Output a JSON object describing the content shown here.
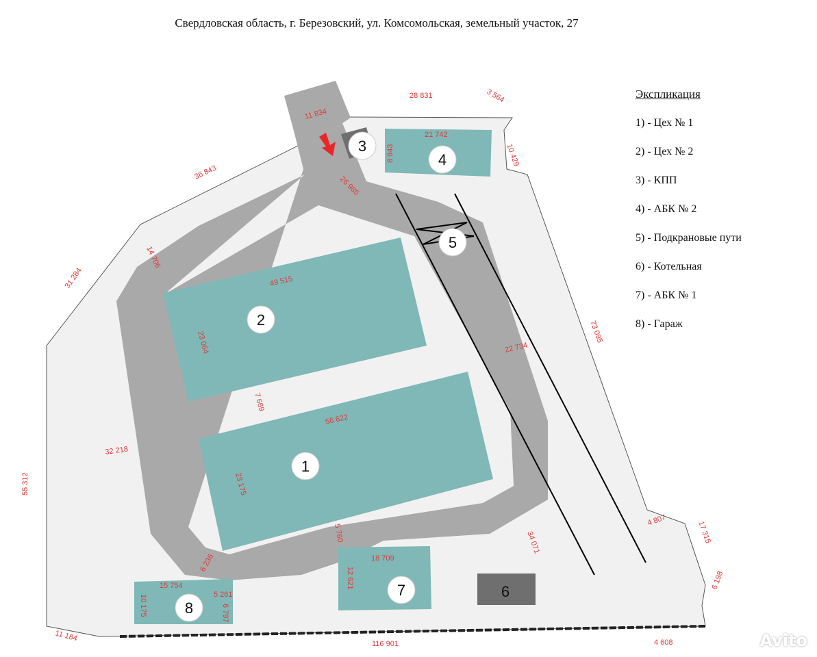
{
  "title": "Свердловская область, г. Березовский, ул. Комсомольская, земельный участок, 27",
  "legend": {
    "title": "Экспликация",
    "items": [
      "1) - Цех № 1",
      "2) - Цех № 2",
      "3) - КПП",
      "4) - АБК № 2",
      "5) - Подкрановые пути",
      "6) - Котельная",
      "7) - АБК № 1",
      "8) - Гараж"
    ]
  },
  "markers": [
    "1",
    "2",
    "3",
    "4",
    "5",
    "6",
    "7",
    "8"
  ],
  "dimensions": {
    "d_11834": "11 834",
    "d_28831": "28 831",
    "d_3564": "3 564",
    "d_36843": "36 843",
    "d_21742": "21 742",
    "d_8943": "8 943",
    "d_10429": "10 429",
    "d_26985": "26 985",
    "d_31284": "31 284",
    "d_14706": "14 706",
    "d_49515": "49 515",
    "d_23064": "23 064",
    "d_73095": "73 095",
    "d_22734": "22 734",
    "d_7669": "7 669",
    "d_56622": "56 622",
    "d_32218": "32 218",
    "d_55312": "55 312",
    "d_23175": "23 175",
    "d_5760": "5 760",
    "d_34071": "34 071",
    "d_4807": "4 807",
    "d_17315": "17 315",
    "d_18709": "18 709",
    "d_12621": "12 621",
    "d_6236": "6 236",
    "d_15754": "15 754",
    "d_5261": "5 261",
    "d_10175": "10 175",
    "d_6797": "6 797",
    "d_6198": "6 198",
    "d_11184": "11 184",
    "d_116901": "116 901",
    "d_4608": "4 608"
  },
  "watermark": "Avito",
  "colors": {
    "building": "#7fb8b6",
    "road": "#a9a9a9",
    "boiler": "#6f6f6f",
    "dimension": "#e03a3a",
    "arrow": "#e8262a"
  }
}
